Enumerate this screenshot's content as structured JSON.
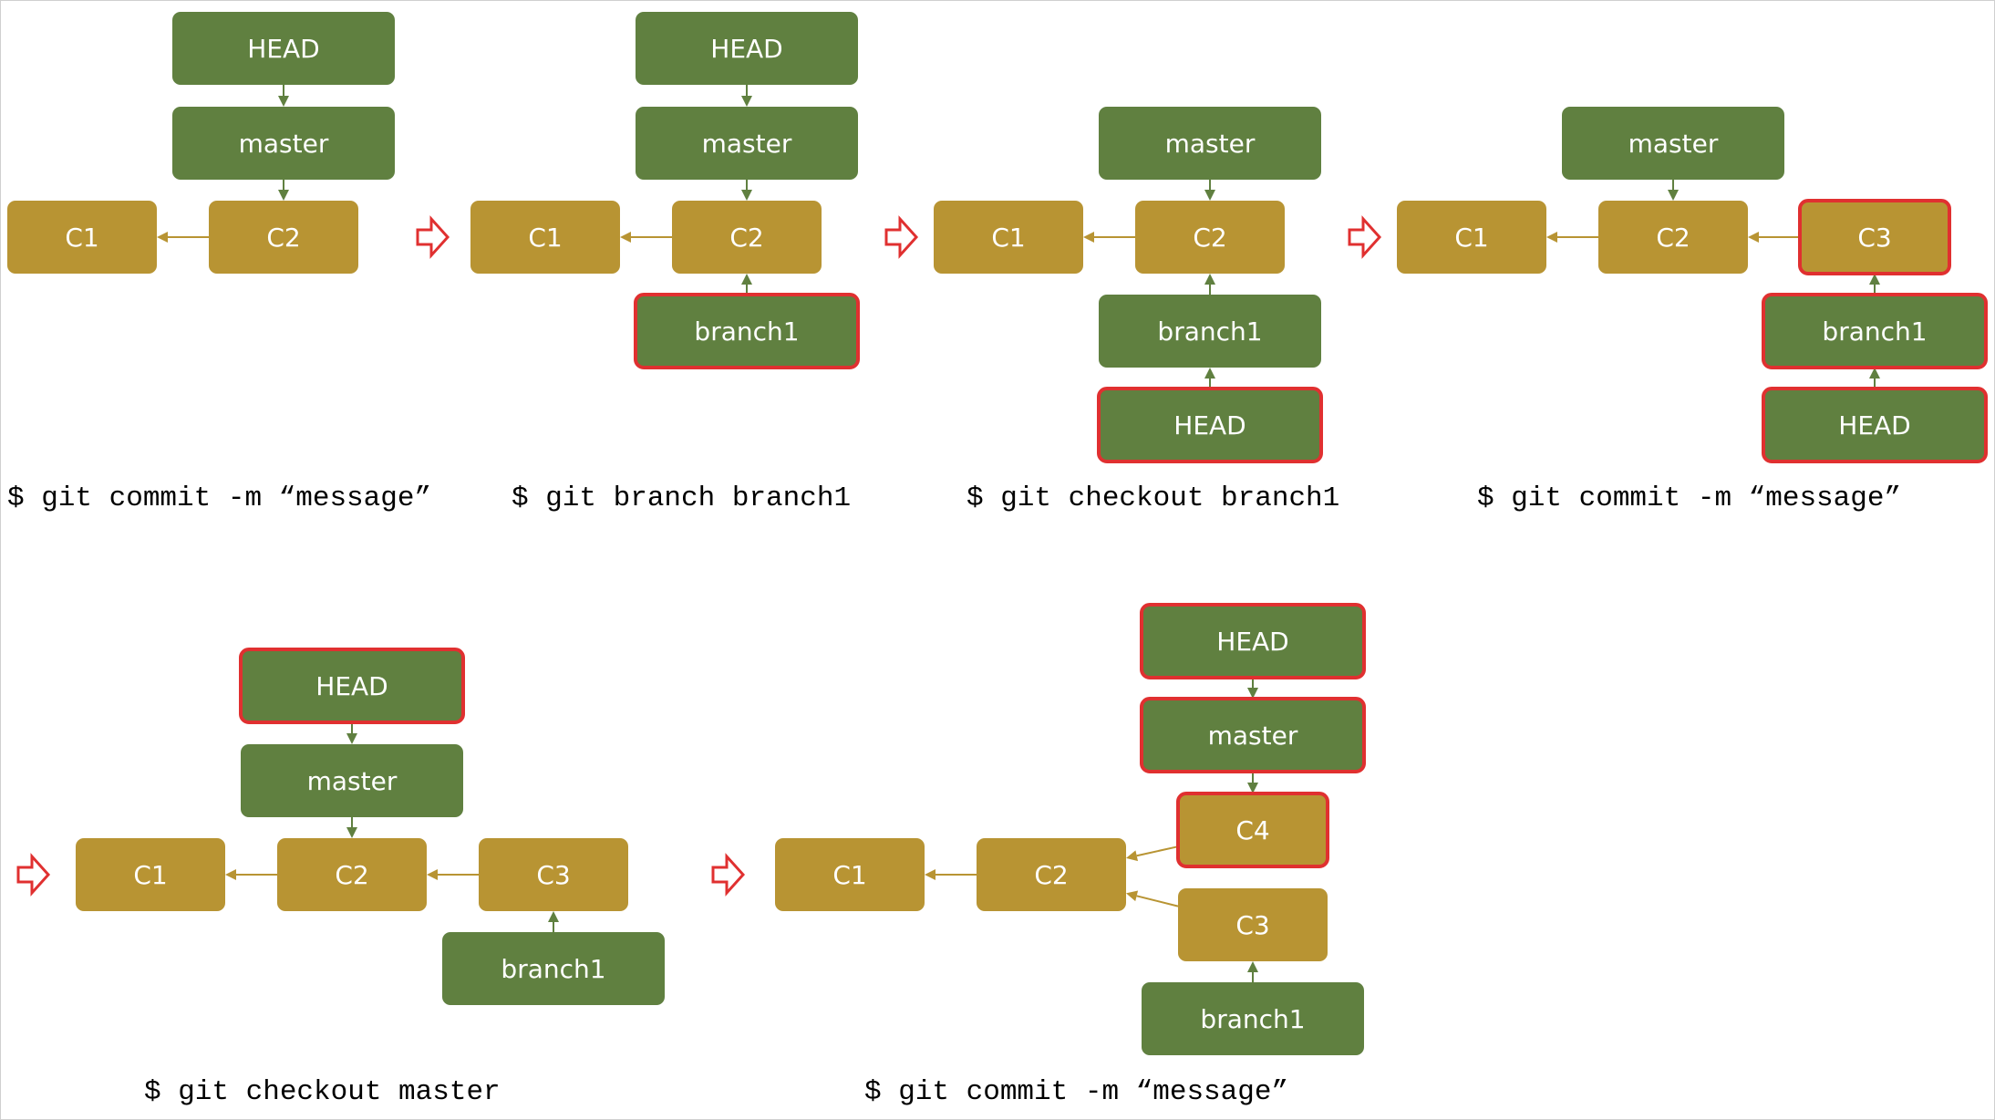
{
  "colors": {
    "ref_fill": "#608040",
    "commit_fill": "#b89433",
    "highlight_stroke": "#e03030",
    "ref_arrow": "#608040",
    "commit_arrow": "#b89433",
    "step_arrow": "#e03030"
  },
  "labels": {
    "head": "HEAD",
    "master": "master",
    "branch1": "branch1",
    "c1": "C1",
    "c2": "C2",
    "c3": "C3",
    "c4": "C4"
  },
  "step_arrow_icon": "outline-right-arrow-icon",
  "commands": [
    "$ git commit -m “message”",
    "$ git branch branch1",
    "$ git checkout branch1",
    "$ git commit -m “message”",
    "$ git checkout master",
    "$ git commit -m “message”"
  ],
  "panels": [
    {
      "id": "panel-1",
      "nodes": [
        {
          "id": "head",
          "type": "ref",
          "label": "head",
          "highlight": false
        },
        {
          "id": "master",
          "type": "ref",
          "label": "master",
          "highlight": false
        },
        {
          "id": "c1",
          "type": "commit",
          "label": "c1",
          "highlight": false
        },
        {
          "id": "c2",
          "type": "commit",
          "label": "c2",
          "highlight": false
        }
      ],
      "edges": [
        [
          "head",
          "master"
        ],
        [
          "master",
          "c2"
        ],
        [
          "c2",
          "c1"
        ]
      ]
    },
    {
      "id": "panel-2",
      "nodes": [
        {
          "id": "head",
          "type": "ref",
          "label": "head",
          "highlight": false
        },
        {
          "id": "master",
          "type": "ref",
          "label": "master",
          "highlight": false
        },
        {
          "id": "c1",
          "type": "commit",
          "label": "c1",
          "highlight": false
        },
        {
          "id": "c2",
          "type": "commit",
          "label": "c2",
          "highlight": false
        },
        {
          "id": "branch1",
          "type": "ref",
          "label": "branch1",
          "highlight": true
        }
      ],
      "edges": [
        [
          "head",
          "master"
        ],
        [
          "master",
          "c2"
        ],
        [
          "c2",
          "c1"
        ],
        [
          "branch1",
          "c2"
        ]
      ]
    },
    {
      "id": "panel-3",
      "nodes": [
        {
          "id": "master",
          "type": "ref",
          "label": "master",
          "highlight": false
        },
        {
          "id": "c1",
          "type": "commit",
          "label": "c1",
          "highlight": false
        },
        {
          "id": "c2",
          "type": "commit",
          "label": "c2",
          "highlight": false
        },
        {
          "id": "branch1",
          "type": "ref",
          "label": "branch1",
          "highlight": false
        },
        {
          "id": "head",
          "type": "ref",
          "label": "head",
          "highlight": true
        }
      ],
      "edges": [
        [
          "master",
          "c2"
        ],
        [
          "c2",
          "c1"
        ],
        [
          "branch1",
          "c2"
        ],
        [
          "head",
          "branch1"
        ]
      ]
    },
    {
      "id": "panel-4",
      "nodes": [
        {
          "id": "master",
          "type": "ref",
          "label": "master",
          "highlight": false
        },
        {
          "id": "c1",
          "type": "commit",
          "label": "c1",
          "highlight": false
        },
        {
          "id": "c2",
          "type": "commit",
          "label": "c2",
          "highlight": false
        },
        {
          "id": "c3",
          "type": "commit",
          "label": "c3",
          "highlight": true
        },
        {
          "id": "branch1",
          "type": "ref",
          "label": "branch1",
          "highlight": true
        },
        {
          "id": "head",
          "type": "ref",
          "label": "head",
          "highlight": true
        }
      ],
      "edges": [
        [
          "master",
          "c2"
        ],
        [
          "c2",
          "c1"
        ],
        [
          "c3",
          "c2"
        ],
        [
          "branch1",
          "c3"
        ],
        [
          "head",
          "branch1"
        ]
      ]
    },
    {
      "id": "panel-5",
      "nodes": [
        {
          "id": "head",
          "type": "ref",
          "label": "head",
          "highlight": true
        },
        {
          "id": "master",
          "type": "ref",
          "label": "master",
          "highlight": false
        },
        {
          "id": "c1",
          "type": "commit",
          "label": "c1",
          "highlight": false
        },
        {
          "id": "c2",
          "type": "commit",
          "label": "c2",
          "highlight": false
        },
        {
          "id": "c3",
          "type": "commit",
          "label": "c3",
          "highlight": false
        },
        {
          "id": "branch1",
          "type": "ref",
          "label": "branch1",
          "highlight": false
        }
      ],
      "edges": [
        [
          "head",
          "master"
        ],
        [
          "master",
          "c2"
        ],
        [
          "c2",
          "c1"
        ],
        [
          "c3",
          "c2"
        ],
        [
          "branch1",
          "c3"
        ]
      ]
    },
    {
      "id": "panel-6",
      "nodes": [
        {
          "id": "head",
          "type": "ref",
          "label": "head",
          "highlight": true
        },
        {
          "id": "master",
          "type": "ref",
          "label": "master",
          "highlight": true
        },
        {
          "id": "c4",
          "type": "commit",
          "label": "c4",
          "highlight": true
        },
        {
          "id": "c1",
          "type": "commit",
          "label": "c1",
          "highlight": false
        },
        {
          "id": "c2",
          "type": "commit",
          "label": "c2",
          "highlight": false
        },
        {
          "id": "c3",
          "type": "commit",
          "label": "c3",
          "highlight": false
        },
        {
          "id": "branch1",
          "type": "ref",
          "label": "branch1",
          "highlight": false
        }
      ],
      "edges": [
        [
          "head",
          "master"
        ],
        [
          "master",
          "c4"
        ],
        [
          "c4",
          "c2"
        ],
        [
          "c3",
          "c2"
        ],
        [
          "c2",
          "c1"
        ],
        [
          "branch1",
          "c3"
        ]
      ]
    }
  ]
}
